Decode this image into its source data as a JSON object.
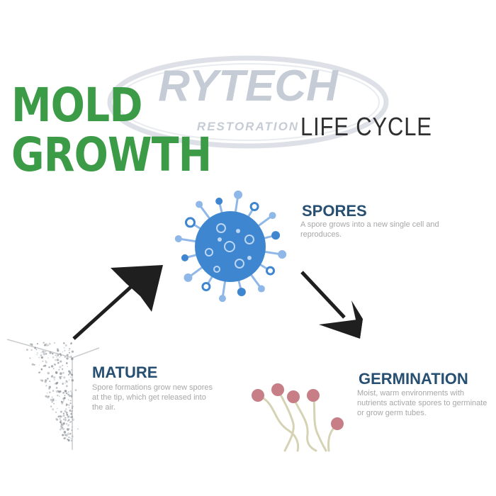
{
  "watermark": {
    "brand": "RYTECH",
    "tagline": "RESTORATION"
  },
  "header": {
    "title_line1": "MOLD",
    "title_line2": "GROWTH",
    "subtitle": "LIFE CYCLE"
  },
  "stages": {
    "spores": {
      "title": "SPORES",
      "description": "A spore grows into a new single cell and reproduces."
    },
    "mature": {
      "title": "MATURE",
      "description": "Spore formations grow new spores at the tip, which get released into the air."
    },
    "germination": {
      "title": "GERMINATION",
      "description": "Moist, warm environments with nutrients activate spores to germinate or grow germ tubes."
    }
  },
  "colors": {
    "title_green": "#3c9b46",
    "heading_navy": "#264f71",
    "spore_blue": "#3f86d1",
    "spore_light": "#8fb8e8",
    "germ_pink": "#c77e86"
  },
  "icons": [
    "spore-icon",
    "germ-tube-icon",
    "mold-corner-icon",
    "arrow-icon"
  ]
}
